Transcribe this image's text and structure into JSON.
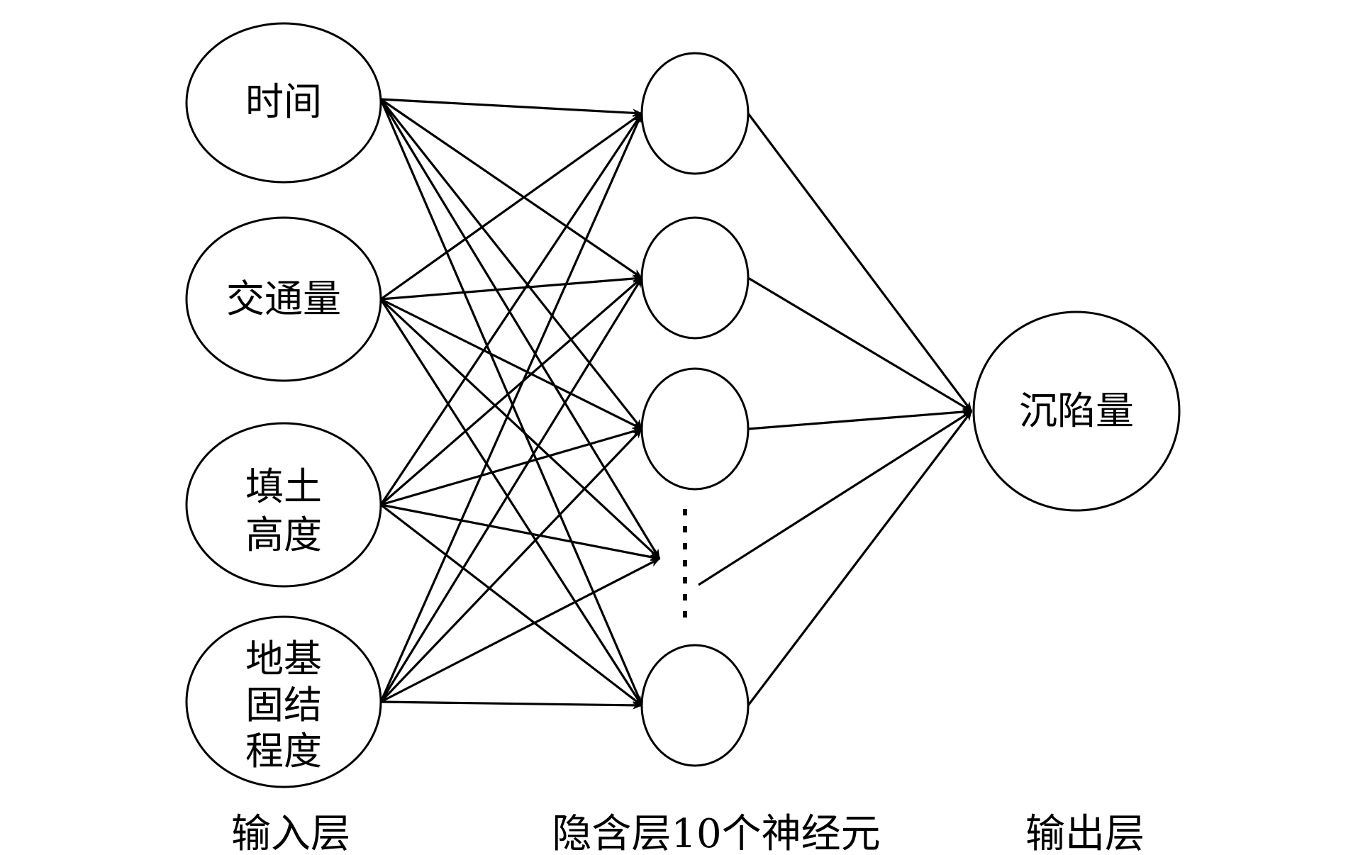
{
  "diagram": {
    "type": "neural-network",
    "input_layer": {
      "label": "输入层",
      "nodes": [
        {
          "id": "time",
          "lines": [
            "时间"
          ]
        },
        {
          "id": "traffic",
          "lines": [
            "交通量"
          ]
        },
        {
          "id": "fill-height",
          "lines": [
            "填土",
            "高度"
          ]
        },
        {
          "id": "consolidation",
          "lines": [
            "地基",
            "固结",
            "程度"
          ]
        }
      ]
    },
    "hidden_layer": {
      "label": "隐含层10个神经元",
      "visible_nodes": 4,
      "neuron_count": 10,
      "ellipsis": true
    },
    "output_layer": {
      "label": "输出层",
      "nodes": [
        {
          "id": "settlement",
          "lines": [
            "沉陷量"
          ]
        }
      ]
    },
    "colors": {
      "stroke": "#000000",
      "background": "#ffffff"
    }
  }
}
